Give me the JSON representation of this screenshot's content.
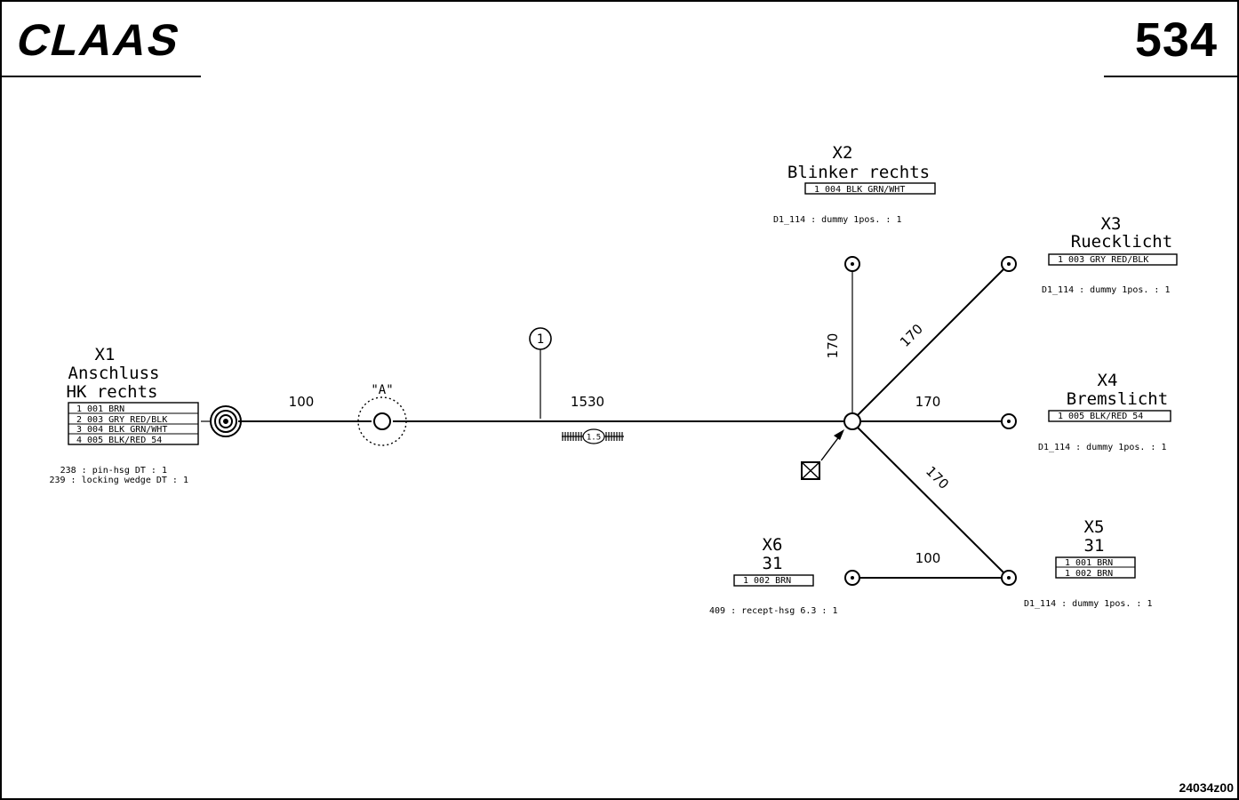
{
  "header": {
    "brand": "CLAAS",
    "page_number": "534",
    "drawing_id": "24034z00"
  },
  "connectors": {
    "x1": {
      "id": "X1",
      "name1": "Anschluss",
      "name2": "HK rechts",
      "pins": [
        "1 001 BRN",
        "2 003 GRY  RED/BLK",
        "3 004 BLK  GRN/WHT",
        "4 005 BLK/RED  54"
      ],
      "parts": [
        "238 : pin-hsg DT : 1",
        "239 : locking wedge DT : 1"
      ]
    },
    "x2": {
      "id": "X2",
      "name1": "Blinker rechts",
      "pins": [
        "1 004 BLK  GRN/WHT"
      ],
      "parts": [
        "D1_114 : dummy 1pos. : 1"
      ]
    },
    "x3": {
      "id": "X3",
      "name1": "Ruecklicht",
      "pins": [
        "1 003 GRY  RED/BLK"
      ],
      "parts": [
        "D1_114 : dummy 1pos. : 1"
      ]
    },
    "x4": {
      "id": "X4",
      "name1": "Bremslicht",
      "pins": [
        "1 005 BLK/RED  54"
      ],
      "parts": [
        "D1_114 : dummy 1pos. : 1"
      ]
    },
    "x5": {
      "id": "X5",
      "name1": "31",
      "pins": [
        "1 001 BRN",
        "1 002 BRN"
      ],
      "parts": [
        "D1_114 : dummy 1pos. : 1"
      ]
    },
    "x6": {
      "id": "X6",
      "name1": "31",
      "pins": [
        "1 002 BRN"
      ],
      "parts": [
        "409 : recept-hsg 6.3 : 1"
      ]
    }
  },
  "dimensions": {
    "seg_x1_a": "100",
    "seg_main": "1530",
    "seg_x2": "170",
    "seg_x3": "170",
    "seg_x4": "170",
    "seg_x5": "170",
    "seg_x6": "100"
  },
  "markers": {
    "detail_a": "\"A\"",
    "callout": "1",
    "wire_size": "1.5"
  }
}
